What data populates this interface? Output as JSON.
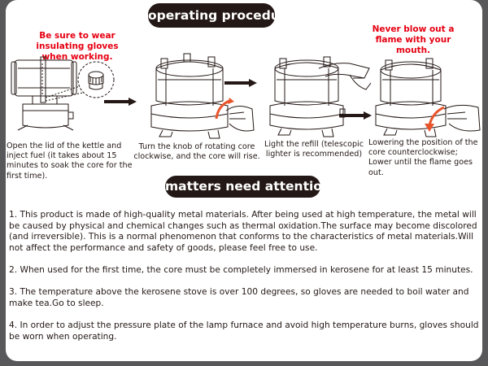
{
  "sections": {
    "procedure_title": "operating procedure",
    "attention_title": "matters need attention"
  },
  "warnings": {
    "gloves": "Be sure to wear insulating gloves when working.",
    "flame": "Never blow out a flame with your mouth."
  },
  "colors": {
    "border": "#58575a",
    "pill_bg": "#231815",
    "warning_red": "#e60012",
    "arrow_orange": "#e8542c"
  },
  "steps": [
    {
      "icon": "kettle-lid-open-illustration",
      "caption": "Open the lid of the kettle and inject fuel (it takes about 15 minutes to soak the core for the first time)."
    },
    {
      "icon": "rotate-knob-clockwise-illustration",
      "caption": "Turn the knob of rotating core clockwise, and the core will rise."
    },
    {
      "icon": "lighter-ignite-illustration",
      "caption": "Light the refill (telescopic lighter is recommended)"
    },
    {
      "icon": "rotate-knob-counterclockwise-illustration",
      "caption": "Lowering the position of the core counterclockwise; Lower until the flame goes out."
    }
  ],
  "notes": [
    "1. This product is made of high-quality metal materials. After being used at high temperature, the metal will be caused by physical and chemical changes such as thermal oxidation.The surface may become discolored (and irreversible). This is a normal phenomenon that conforms to the characteristics of metal materials.Will not affect the performance and safety of goods, please feel free to use.",
    "2. When used for the first time, the core must be completely immersed in kerosene for at least 15 minutes.",
    "3. The temperature above the kerosene stove is over 100 degrees, so gloves are needed to boil water and make tea.Go to sleep.",
    "4.  In order to adjust the pressure plate of the lamp furnace and avoid high temperature burns, gloves should be worn when operating."
  ]
}
